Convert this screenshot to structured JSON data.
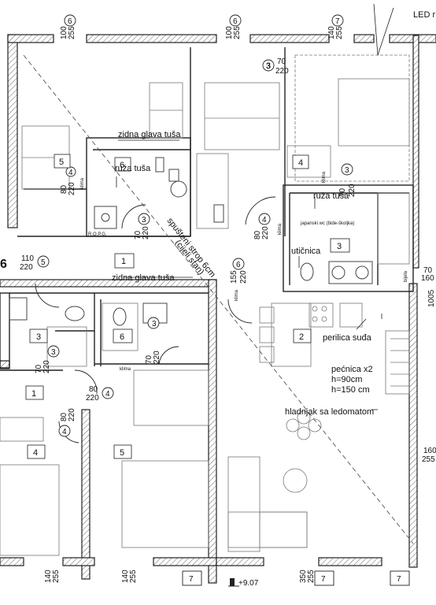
{
  "top_right_note": "LED r",
  "openings": {
    "top1_w": "100",
    "top1_h": "255",
    "top1_type": "6",
    "top2_w": "100",
    "top2_h": "255",
    "top2_type": "6",
    "top3_w": "140",
    "top3_h": "255",
    "top3_type": "7",
    "d3_w": "70",
    "d3_h": "220",
    "d3_type": "3",
    "d4a_w": "80",
    "d4a_h": "220",
    "d4a_type": "4",
    "d3b_w": "70",
    "d3b_h": "220",
    "d3b_type": "3",
    "d4b_w": "80",
    "d4b_h": "220",
    "d4b_type": "4",
    "d3c_w": "70",
    "d3c_h": "220",
    "d3c_type": "3",
    "d5_w": "110",
    "d5_h": "220",
    "d5_type": "5",
    "d6_w": "155",
    "d6_h": "220",
    "d6_type": "6",
    "d70_w": "70",
    "d70_h": "160",
    "d3d_w": "70",
    "d3d_h": "220",
    "d3d_type": "3",
    "d3e_w": "70",
    "d3e_h": "220",
    "d3e_type": "3",
    "d4c_w": "80",
    "d4c_h": "220",
    "d4c_type": "4",
    "d4d_w": "80",
    "d4d_h": "220",
    "d4d_type": "4",
    "right_w": "160",
    "right_h": "255",
    "bot1_w": "140",
    "bot1_h": "255",
    "bot2_w": "140",
    "bot2_h": "255",
    "bot3_w": "350",
    "bot3_h": "255",
    "bot_type_a": "7",
    "bot_type_b": "7",
    "bot_type_c": "7",
    "right_edge_num": "1005"
  },
  "rooms": {
    "r5_top": "5",
    "r6_top": "6",
    "r3_top": "3",
    "r4_top": "4",
    "r3_bath": "3",
    "r1_hall": "1",
    "r2_living": "2",
    "r3_left": "3",
    "r6_bath": "6",
    "r1_left": "1",
    "r4_left": "4",
    "r5_left": "5",
    "r6_edge": "6"
  },
  "notes": {
    "zidna_glava_1": "zidna glava tuša",
    "ruza_1": "ruža tuša",
    "ruza_2": "ruža tuša",
    "zidna_glava_2": "zidna glava tuša",
    "japanski": "japanski wc (bide-školjka)",
    "uticnica": "utičnica",
    "spusteni": "spušteni strop 6cm",
    "cijeli_stan": "(cijeli stan)",
    "perilica": "perilica suđa",
    "pecnica": "pećnica x2",
    "h90": "h=90cm",
    "h150": "h=150 cm",
    "hladnjak": "hladnjak sa ledomatom",
    "ropg": "R.O.P.G.",
    "klima_1": "klima",
    "klima_2": "klima",
    "klima_3": "klima",
    "klima_4": "klima",
    "klima_5": "klima",
    "bijela": "bijela",
    "level": "+9.07"
  }
}
